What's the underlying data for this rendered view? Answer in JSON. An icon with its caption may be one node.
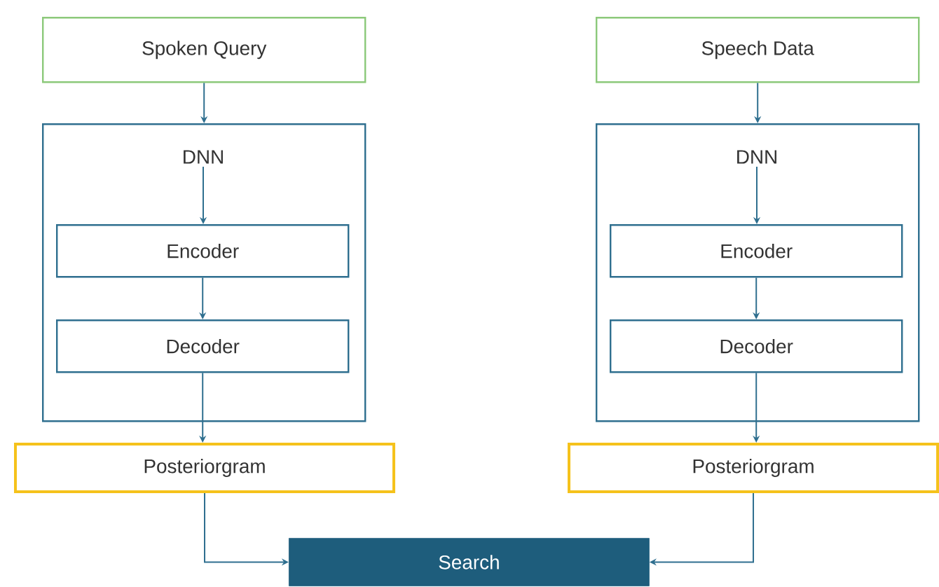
{
  "diagram": {
    "nodes": [
      {
        "text": [
          "Spoken Query"
        ]
      },
      {
        "text": [
          "DNN"
        ]
      },
      {
        "text": [
          "Encoder"
        ],
        "in": 1
      },
      {
        "text": [
          "Decoder"
        ],
        "in": 1
      },
      {
        "text": [
          "Posteriorgram"
        ]
      },
      {
        "text": [
          "Speech Data"
        ]
      },
      {
        "text": [
          "DNN"
        ]
      },
      {
        "text": [
          "Encoder"
        ],
        "in": 6
      },
      {
        "text": [
          "Decoder"
        ],
        "in": 6
      },
      {
        "text": [
          "Posteriorgram"
        ]
      },
      {
        "text": [
          "Search"
        ]
      }
    ],
    "edges": [
      {
        "from": 0,
        "to": 1,
        "arrow": "to"
      },
      {
        "from": 1,
        "to": 2,
        "arrow": "to"
      },
      {
        "from": 2,
        "to": 3,
        "arrow": "to"
      },
      {
        "from": 3,
        "to": 4,
        "arrow": "to"
      },
      {
        "from": 5,
        "to": 6,
        "arrow": "to"
      },
      {
        "from": 6,
        "to": 7,
        "arrow": "to"
      },
      {
        "from": 7,
        "to": 8,
        "arrow": "to"
      },
      {
        "from": 8,
        "to": 9,
        "arrow": "to"
      },
      {
        "from": 4,
        "to": 10,
        "arrow": "to"
      },
      {
        "from": 9,
        "to": 10,
        "arrow": "to"
      }
    ]
  }
}
